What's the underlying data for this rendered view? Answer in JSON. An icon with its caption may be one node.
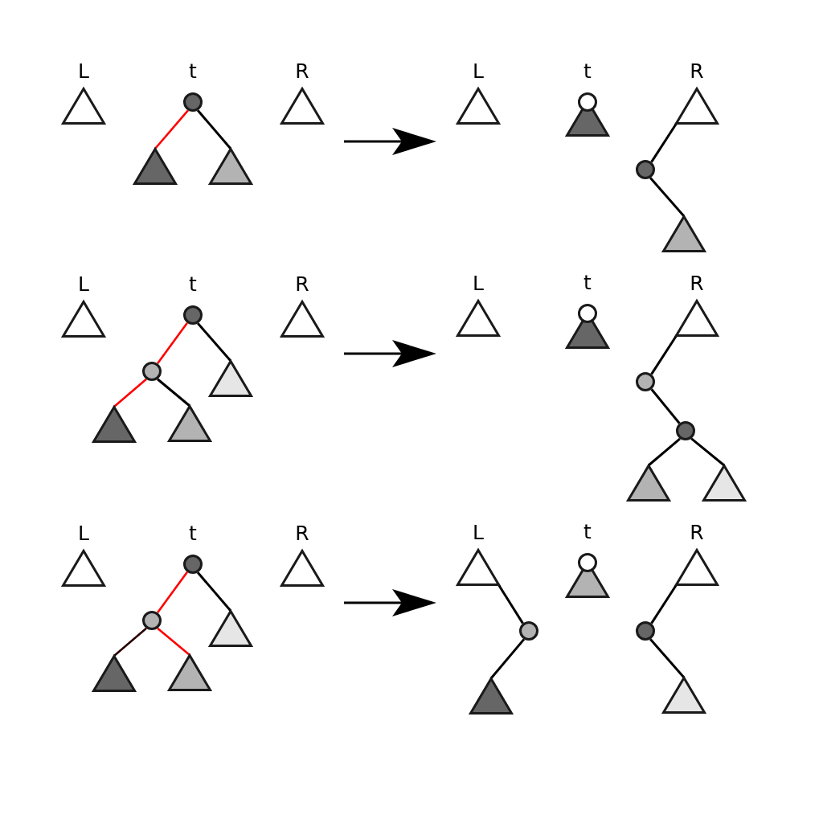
{
  "diagram": {
    "nodes": [
      {
        "text": [],
        "shape": "triangle",
        "beside": [
          "L"
        ]
      },
      {
        "text": [],
        "shape": "circle",
        "beside": [
          "t"
        ]
      },
      {
        "text": [],
        "shape": "triangle"
      },
      {
        "text": [],
        "shape": "triangle"
      },
      {
        "text": [],
        "shape": "triangle",
        "beside": [
          "R"
        ]
      },
      {
        "text": [],
        "shape": "triangle",
        "beside": [
          "L"
        ]
      },
      {
        "text": [],
        "shape": "circle",
        "beside": [
          "t"
        ]
      },
      {
        "text": [],
        "shape": "triangle"
      },
      {
        "text": [],
        "shape": "triangle",
        "beside": [
          "R"
        ]
      },
      {
        "text": [],
        "shape": "circle"
      },
      {
        "text": [],
        "shape": "triangle"
      },
      {
        "text": [],
        "shape": "triangle",
        "beside": [
          "L"
        ]
      },
      {
        "text": [],
        "shape": "circle",
        "beside": [
          "t"
        ]
      },
      {
        "text": [],
        "shape": "circle"
      },
      {
        "text": [],
        "shape": "triangle"
      },
      {
        "text": [],
        "shape": "triangle"
      },
      {
        "text": [],
        "shape": "triangle"
      },
      {
        "text": [],
        "shape": "triangle",
        "beside": [
          "R"
        ]
      },
      {
        "text": [],
        "shape": "triangle",
        "beside": [
          "L"
        ]
      },
      {
        "text": [],
        "shape": "circle",
        "beside": [
          "t"
        ]
      },
      {
        "text": [],
        "shape": "triangle"
      },
      {
        "text": [],
        "shape": "triangle",
        "beside": [
          "R"
        ]
      },
      {
        "text": [],
        "shape": "circle"
      },
      {
        "text": [],
        "shape": "circle"
      },
      {
        "text": [],
        "shape": "triangle"
      },
      {
        "text": [],
        "shape": "triangle"
      },
      {
        "text": [],
        "shape": "triangle",
        "beside": [
          "L"
        ]
      },
      {
        "text": [],
        "shape": "circle",
        "beside": [
          "t"
        ]
      },
      {
        "text": [],
        "shape": "circle"
      },
      {
        "text": [],
        "shape": "triangle"
      },
      {
        "text": [],
        "shape": "triangle"
      },
      {
        "text": [],
        "shape": "triangle"
      },
      {
        "text": [],
        "shape": "triangle",
        "beside": [
          "R"
        ]
      },
      {
        "text": [],
        "shape": "triangle",
        "beside": [
          "L"
        ]
      },
      {
        "text": [],
        "shape": "circle"
      },
      {
        "text": [],
        "shape": "triangle"
      },
      {
        "text": [],
        "shape": "circle",
        "beside": [
          "t"
        ]
      },
      {
        "text": [],
        "shape": "triangle"
      },
      {
        "text": [],
        "shape": "triangle",
        "beside": [
          "R"
        ]
      },
      {
        "text": [],
        "shape": "circle"
      },
      {
        "text": [],
        "shape": "triangle"
      }
    ],
    "edges": [
      {
        "from": 1,
        "to": 2,
        "arrow": "none",
        "color": "#ff0000"
      },
      {
        "from": 1,
        "to": 3,
        "arrow": "none"
      },
      {
        "from": 8,
        "to": 9,
        "arrow": "none"
      },
      {
        "from": 9,
        "to": 10,
        "arrow": "none"
      },
      {
        "from": 12,
        "to": 13,
        "arrow": "none",
        "color": "#ff0000"
      },
      {
        "from": 12,
        "to": 14,
        "arrow": "none"
      },
      {
        "from": 13,
        "to": 15,
        "arrow": "none",
        "color": "#ff0000"
      },
      {
        "from": 13,
        "to": 16,
        "arrow": "none"
      },
      {
        "from": 21,
        "to": 22,
        "arrow": "none"
      },
      {
        "from": 22,
        "to": 23,
        "arrow": "none"
      },
      {
        "from": 23,
        "to": 24,
        "arrow": "none"
      },
      {
        "from": 23,
        "to": 25,
        "arrow": "none"
      },
      {
        "from": 27,
        "to": 28,
        "arrow": "none",
        "color": "#ff0000"
      },
      {
        "from": 27,
        "to": 29,
        "arrow": "none"
      },
      {
        "from": 28,
        "to": 30,
        "arrow": "none",
        "color": "#2b0000"
      },
      {
        "from": 28,
        "to": 31,
        "arrow": "none",
        "color": "#ff0000"
      },
      {
        "from": 33,
        "to": 34,
        "arrow": "none"
      },
      {
        "from": 34,
        "to": 35,
        "arrow": "none"
      },
      {
        "from": 38,
        "to": 39,
        "arrow": "none"
      },
      {
        "from": 39,
        "to": 40,
        "arrow": "none"
      }
    ]
  }
}
